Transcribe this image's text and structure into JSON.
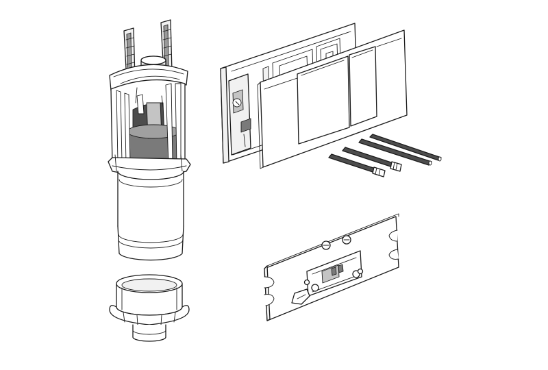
{
  "colors": {
    "background": "#ffffff",
    "outline": "#1b1b1b",
    "light_shade": "#f1f1f1",
    "mid_shade": "#c4c4c4",
    "dark_shade": "#7a7a7a",
    "darkest_shade": "#4d4d4d"
  },
  "parts": [
    {
      "id": "flush-valve",
      "icon": "flush-valve-icon"
    },
    {
      "id": "valve-seal-ring",
      "icon": "seal-ring-icon"
    },
    {
      "id": "mounting-frame",
      "icon": "frame-icon"
    },
    {
      "id": "dual-flush-plate",
      "icon": "flush-plate-icon"
    },
    {
      "id": "actuator-rods",
      "icon": "rod-icon"
    },
    {
      "id": "bracket-plate",
      "icon": "bracket-icon"
    }
  ]
}
